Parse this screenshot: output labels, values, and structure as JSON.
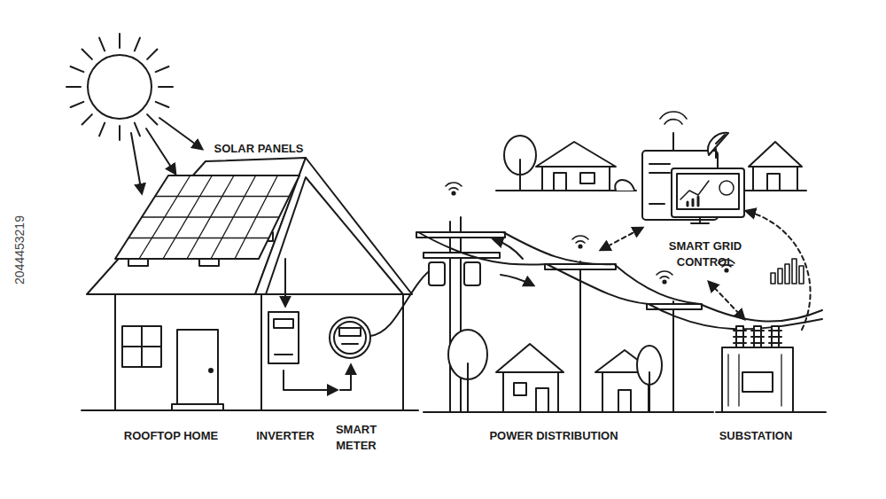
{
  "diagram": {
    "labels": [
      "SOLAR PANELS",
      "ROOFTOP HOME",
      "INVERTER",
      "SMART METER",
      "POWER DISTRIBUTION",
      "SUBSTATION",
      "SMART GRID CONTROL",
      "2044453219"
    ]
  }
}
